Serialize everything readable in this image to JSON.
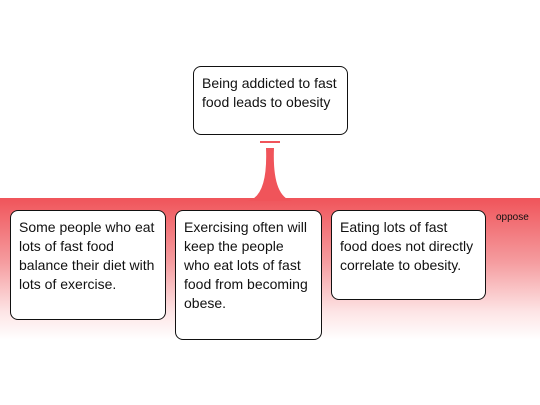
{
  "diagram": {
    "root": {
      "text": "Being addicted to fast food leads to obesity"
    },
    "group": {
      "label": "oppose",
      "color": "#f0545a"
    },
    "children": [
      {
        "text": "Some people who eat lots of fast food balance their diet with lots of exercise."
      },
      {
        "text": "Exercising often will keep the people who eat lots of fast food from becoming obese."
      },
      {
        "text": "Eating lots of fast food does not directly correlate to obesity."
      }
    ]
  }
}
